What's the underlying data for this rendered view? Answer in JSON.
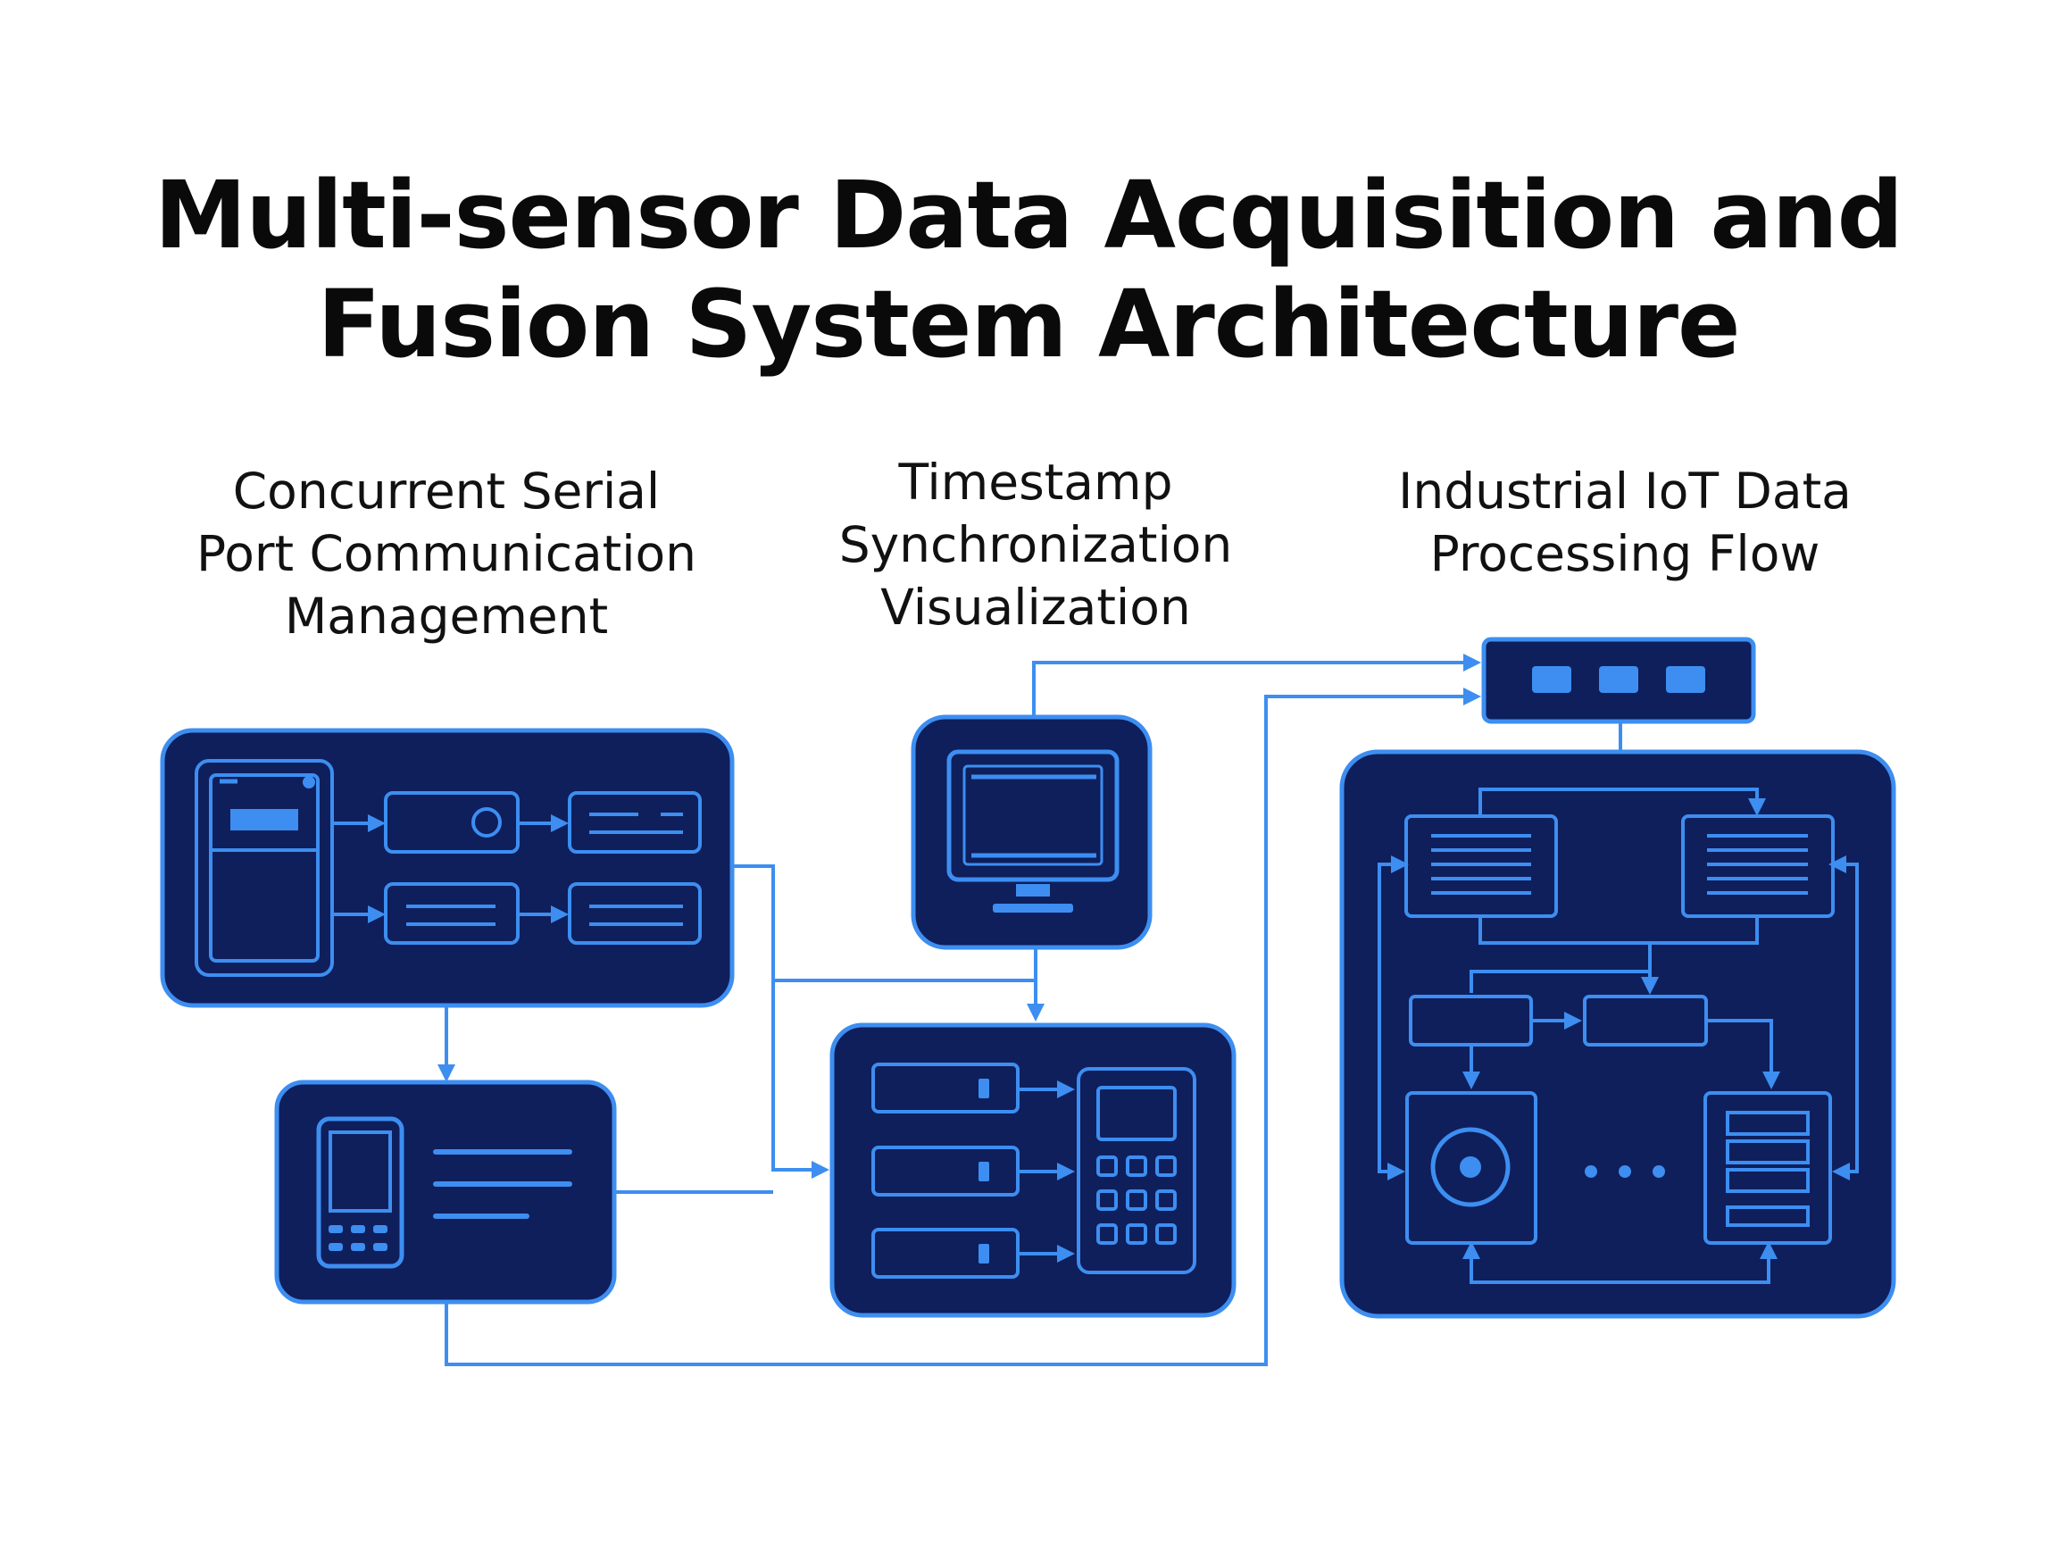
{
  "title": {
    "line1": "Multi-sensor Data Acquisition and",
    "line2": "Fusion System Architecture"
  },
  "sections": [
    {
      "lines": [
        "Concurrent Serial",
        "Port Communication",
        "Management"
      ]
    },
    {
      "lines": [
        "Timestamp",
        "Synchronization",
        "Visualization"
      ]
    },
    {
      "lines": [
        "Industrial IoT Data",
        "Processing Flow"
      ]
    }
  ],
  "colors": {
    "panel_fill": "#0e1f5c",
    "accent": "#3d8ef0",
    "connector": "#3d8ef0",
    "title": "#0a0a0a"
  },
  "icons": {
    "serial_panel": [
      "serial-device-icon",
      "port-icon",
      "data-packet-icon"
    ],
    "monitor": "monitor-icon",
    "mobile": "mobile-phone-icon",
    "sync_panel": [
      "queue-bar-icon",
      "keypad-icon"
    ],
    "gateway": "gateway-icon",
    "iot_panel": [
      "document-icon",
      "disc-icon",
      "ellipsis-icon"
    ]
  }
}
